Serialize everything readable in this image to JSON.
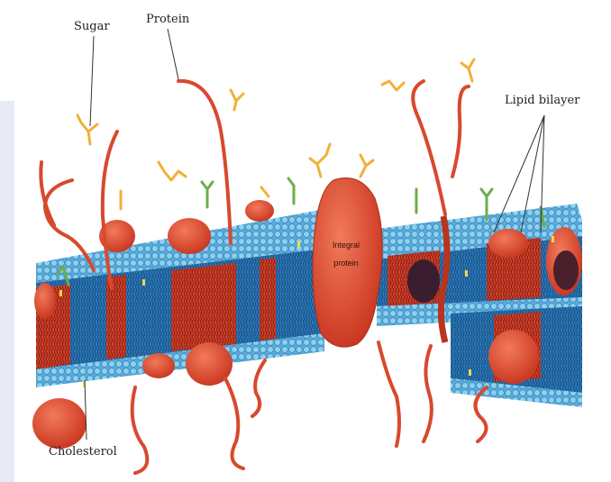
{
  "labels": {
    "sugar": "Sugar",
    "protein": "Protein",
    "lipid_bilayer": "Lipid bilayer",
    "cholesterol": "Cholesterol",
    "integral_protein_line1": "Integral",
    "integral_protein_line2": "protein"
  },
  "colors": {
    "head_blue": "#7ec3e6",
    "head_outline": "#3f90c4",
    "core_blue": "#2f7fc0",
    "protein_red": "#e0442a",
    "protein_red_dark": "#b82d1a",
    "fiber_red": "#d8492e",
    "sugar_yellow": "#f0b136",
    "sugar_green": "#6cae4a",
    "cholesterol_yellow": "#f4d84a"
  }
}
